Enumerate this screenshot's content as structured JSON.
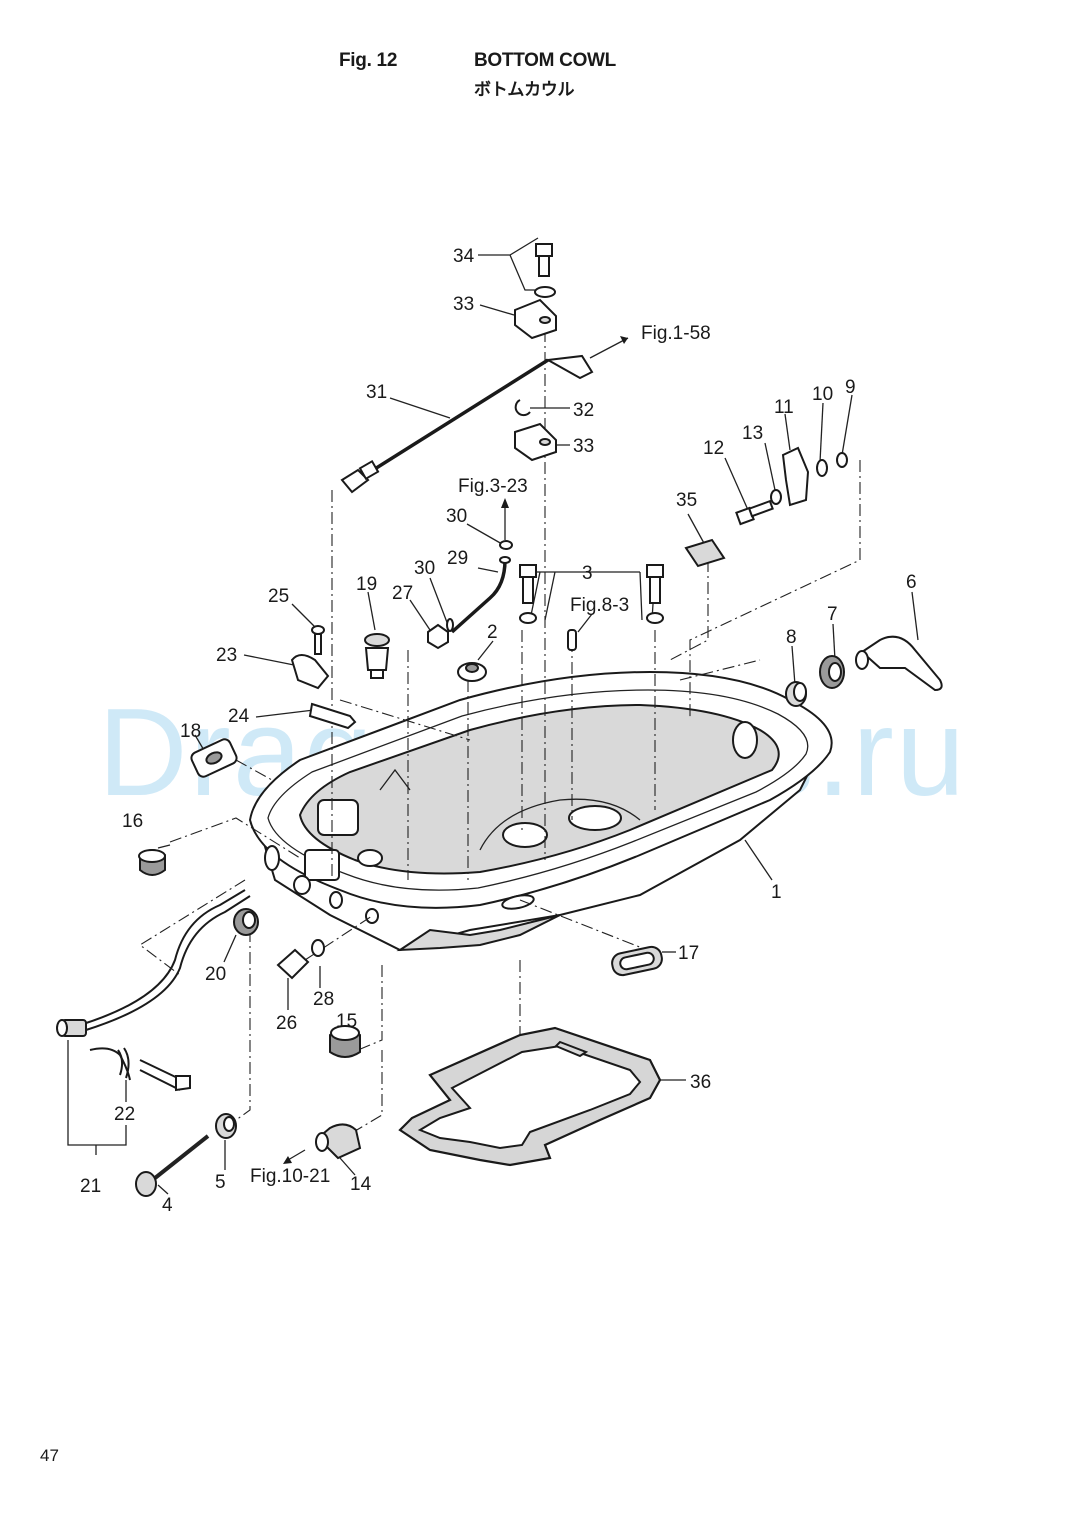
{
  "header": {
    "figure_number": "Fig. 12",
    "title_en": "BOTTOM COWL",
    "title_ja": "ボトムカウル"
  },
  "page_number": "47",
  "watermark": "DragonParts.ru",
  "callouts": {
    "c1": "1",
    "c2": "2",
    "c3": "3",
    "c4": "4",
    "c5": "5",
    "c6": "6",
    "c7": "7",
    "c8": "8",
    "c9": "9",
    "c10": "10",
    "c11": "11",
    "c12": "12",
    "c13": "13",
    "c14": "14",
    "c15": "15",
    "c16": "16",
    "c17": "17",
    "c18": "18",
    "c19": "19",
    "c20": "20",
    "c21": "21",
    "c22": "22",
    "c23": "23",
    "c24": "24",
    "c25": "25",
    "c26": "26",
    "c27": "27",
    "c28": "28",
    "c29": "29",
    "c30a": "30",
    "c30b": "30",
    "c31": "31",
    "c32": "32",
    "c33a": "33",
    "c33b": "33",
    "c34": "34",
    "c35": "35",
    "c36": "36"
  },
  "references": {
    "fig1_58": "Fig.1-58",
    "fig3_23": "Fig.3-23",
    "fig8_3": "Fig.8-3",
    "fig10_21": "Fig.10-21"
  }
}
